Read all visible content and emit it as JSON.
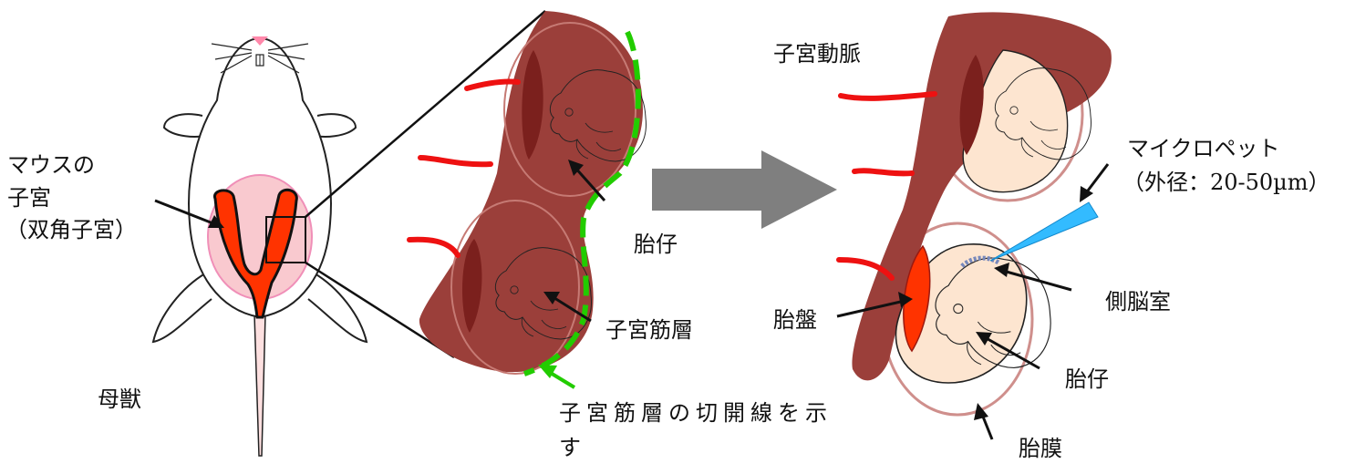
{
  "labels": {
    "mother": "母獣",
    "uterus_line1": "マウスの",
    "uterus_line2": "子宮",
    "uterus_line3": "（双角子宮）",
    "fetus_left": "胎仔",
    "myometrium": "子宮筋層",
    "incision_line1": "子宮筋層の切開線を示",
    "incision_line2": "す",
    "uterine_artery": "子宮動脈",
    "micropipette_line1": "マイクロペット",
    "micropipette_line2": "（外径：20-50µm）",
    "lateral_ventricle": "側脳室",
    "placenta": "胎盤",
    "fetus_right": "胎仔",
    "fetal_membrane": "胎膜"
  },
  "colors": {
    "uterus_red": "#ff3300",
    "uterine_wall": "#9b3f3a",
    "uterus_dark": "#6e1e1b",
    "pale_pink": "#f7c8c8",
    "fetus_skin": "#fde5d0",
    "artery_red": "#ee1111",
    "incision_green": "#22cc00",
    "arrow_gray": "#7f7f7f",
    "pipette_blue": "#33bbff",
    "ventricle_blue": "#7788bb",
    "membrane_rose": "#cf8f8c"
  }
}
